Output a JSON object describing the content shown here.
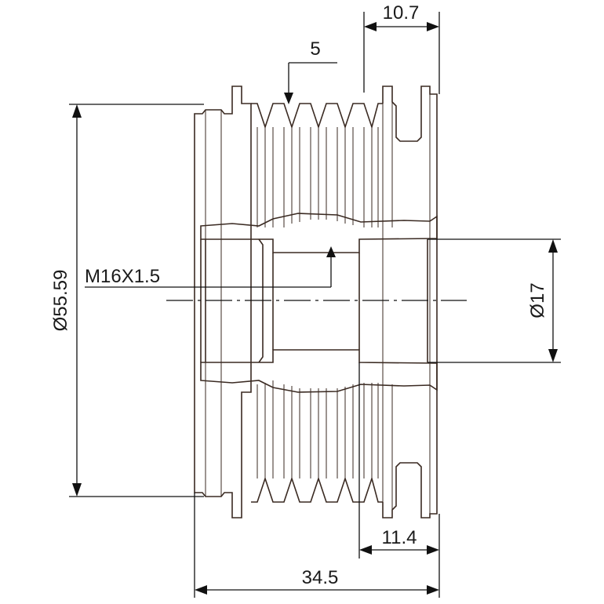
{
  "drawing": {
    "dimensions": {
      "outer_diameter": "Ø55.59",
      "bore_diameter": "Ø17",
      "thread": "M16X1.5",
      "groove_pitch": "5",
      "top_width": "10.7",
      "bottom_width": "11.4",
      "overall_width": "34.5"
    }
  }
}
